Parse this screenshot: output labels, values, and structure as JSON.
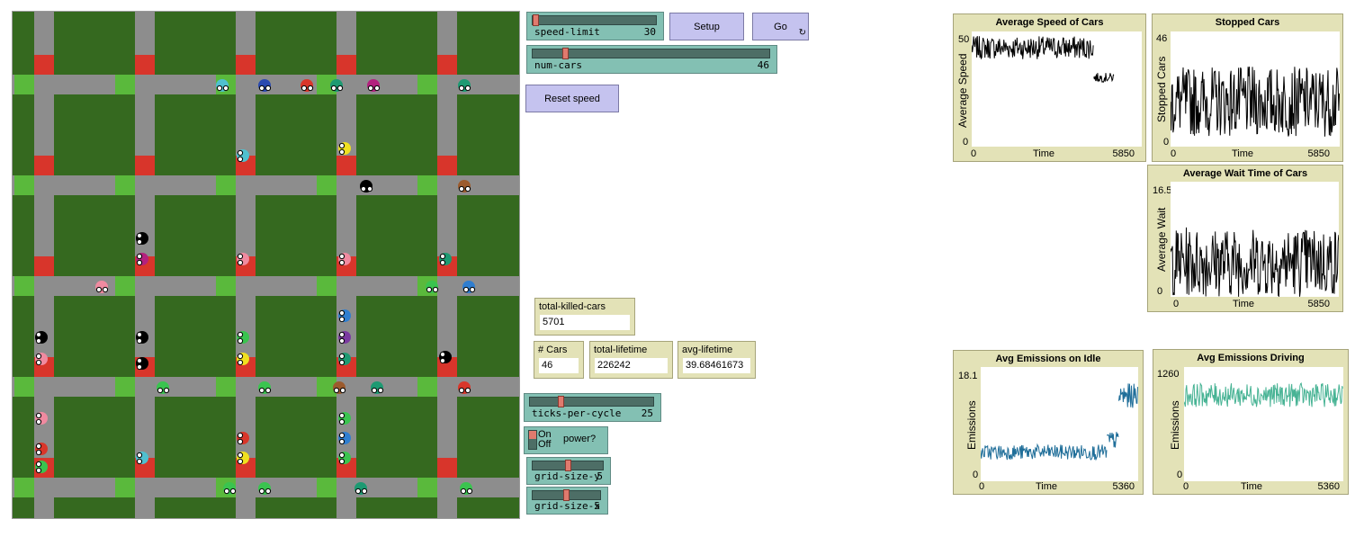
{
  "controls": {
    "speed_limit": {
      "label": "speed-limit",
      "value": "30",
      "fraction": 0.0
    },
    "num_cars": {
      "label": "num-cars",
      "value": "46",
      "fraction": 0.13
    },
    "ticks_per_cycle": {
      "label": "ticks-per-cycle",
      "value": "25",
      "fraction": 0.24
    },
    "grid_size_y": {
      "label": "grid-size-y",
      "value": "5",
      "fraction": 0.5
    },
    "grid_size_x": {
      "label": "grid-size-x",
      "value": "5",
      "fraction": 0.5
    },
    "setup_label": "Setup",
    "go_label": "Go",
    "go_forever_icon": "forever-arrows-icon",
    "reset_speed_label": "Reset speed",
    "power": {
      "label": "power?",
      "on_label": "On",
      "off_label": "Off",
      "state": "on"
    }
  },
  "monitors": {
    "total_killed_cars": {
      "label": "total-killed-cars",
      "value": "5701"
    },
    "num_cars": {
      "label": "# Cars",
      "value": "46"
    },
    "total_lifetime": {
      "label": "total-lifetime",
      "value": "226242"
    },
    "avg_lifetime": {
      "label": "avg-lifetime",
      "value": "39.68461673"
    }
  },
  "colors": {
    "grass": "#35691f",
    "road": "#8d8d8d",
    "signal_red": "#d8352b",
    "signal_green": "#5ab93c",
    "widget_teal": "#83c0b3",
    "button_lavender": "#c5c3ef",
    "monitor_tan": "#e3e2b7",
    "idle_emission_line": "#1f6e99",
    "driving_emission_line": "#47b394"
  },
  "chart_data": [
    {
      "type": "line",
      "title": "Average Speed of Cars",
      "xlabel": "Time",
      "ylabel": "Average Speed",
      "xlim": [
        0,
        5850
      ],
      "ylim": [
        0,
        50
      ],
      "x_ticks": [
        "0",
        "5850"
      ],
      "y_ticks": [
        "0",
        "50"
      ],
      "color": "#000000",
      "series": [
        {
          "segments": [
            {
              "x_range": [
                0,
                4200
              ],
              "mean": 43,
              "spread": 5
            },
            {
              "x_range": [
                4200,
                4900
              ],
              "mean": 30,
              "spread": 2
            }
          ]
        }
      ]
    },
    {
      "type": "line",
      "title": "Stopped Cars",
      "xlabel": "Time",
      "ylabel": "Stopped Cars",
      "xlim": [
        0,
        5850
      ],
      "ylim": [
        0,
        46
      ],
      "x_ticks": [
        "0",
        "5850"
      ],
      "y_ticks": [
        "0",
        "46"
      ],
      "color": "#000000",
      "series": [
        {
          "segments": [
            {
              "x_range": [
                0,
                5850
              ],
              "mean": 18,
              "spread": 14
            }
          ]
        }
      ]
    },
    {
      "type": "line",
      "title": "Average Wait Time of Cars",
      "xlabel": "Time",
      "ylabel": "Average Wait",
      "xlim": [
        0,
        5850
      ],
      "ylim": [
        0,
        16.5
      ],
      "x_ticks": [
        "0",
        "5850"
      ],
      "y_ticks": [
        "0",
        "16.5"
      ],
      "color": "#000000",
      "series": [
        {
          "segments": [
            {
              "x_range": [
                0,
                5850
              ],
              "mean": 5,
              "spread": 5
            }
          ]
        }
      ]
    },
    {
      "type": "line",
      "title": "Avg Emissions on Idle",
      "xlabel": "Time",
      "ylabel": "Emissions",
      "xlim": [
        0,
        5360
      ],
      "ylim": [
        0,
        18.1
      ],
      "x_ticks": [
        "0",
        "5360"
      ],
      "y_ticks": [
        "0",
        "18.1"
      ],
      "color": "#1f6e99",
      "series": [
        {
          "segments": [
            {
              "x_range": [
                0,
                4300
              ],
              "mean": 4.6,
              "spread": 1.2
            },
            {
              "x_range": [
                4300,
                4700
              ],
              "mean": 6.5,
              "spread": 1.4
            },
            {
              "x_range": [
                4700,
                5360
              ],
              "mean": 13.5,
              "spread": 2.0
            }
          ]
        }
      ]
    },
    {
      "type": "line",
      "title": "Avg Emissions Driving",
      "xlabel": "Time",
      "ylabel": "Emissions",
      "xlim": [
        0,
        5360
      ],
      "ylim": [
        0,
        1260
      ],
      "x_ticks": [
        "0",
        "5360"
      ],
      "y_ticks": [
        "0",
        "1260"
      ],
      "color": "#47b394",
      "series": [
        {
          "segments": [
            {
              "x_range": [
                0,
                5360
              ],
              "mean": 950,
              "spread": 130
            }
          ]
        }
      ]
    }
  ]
}
